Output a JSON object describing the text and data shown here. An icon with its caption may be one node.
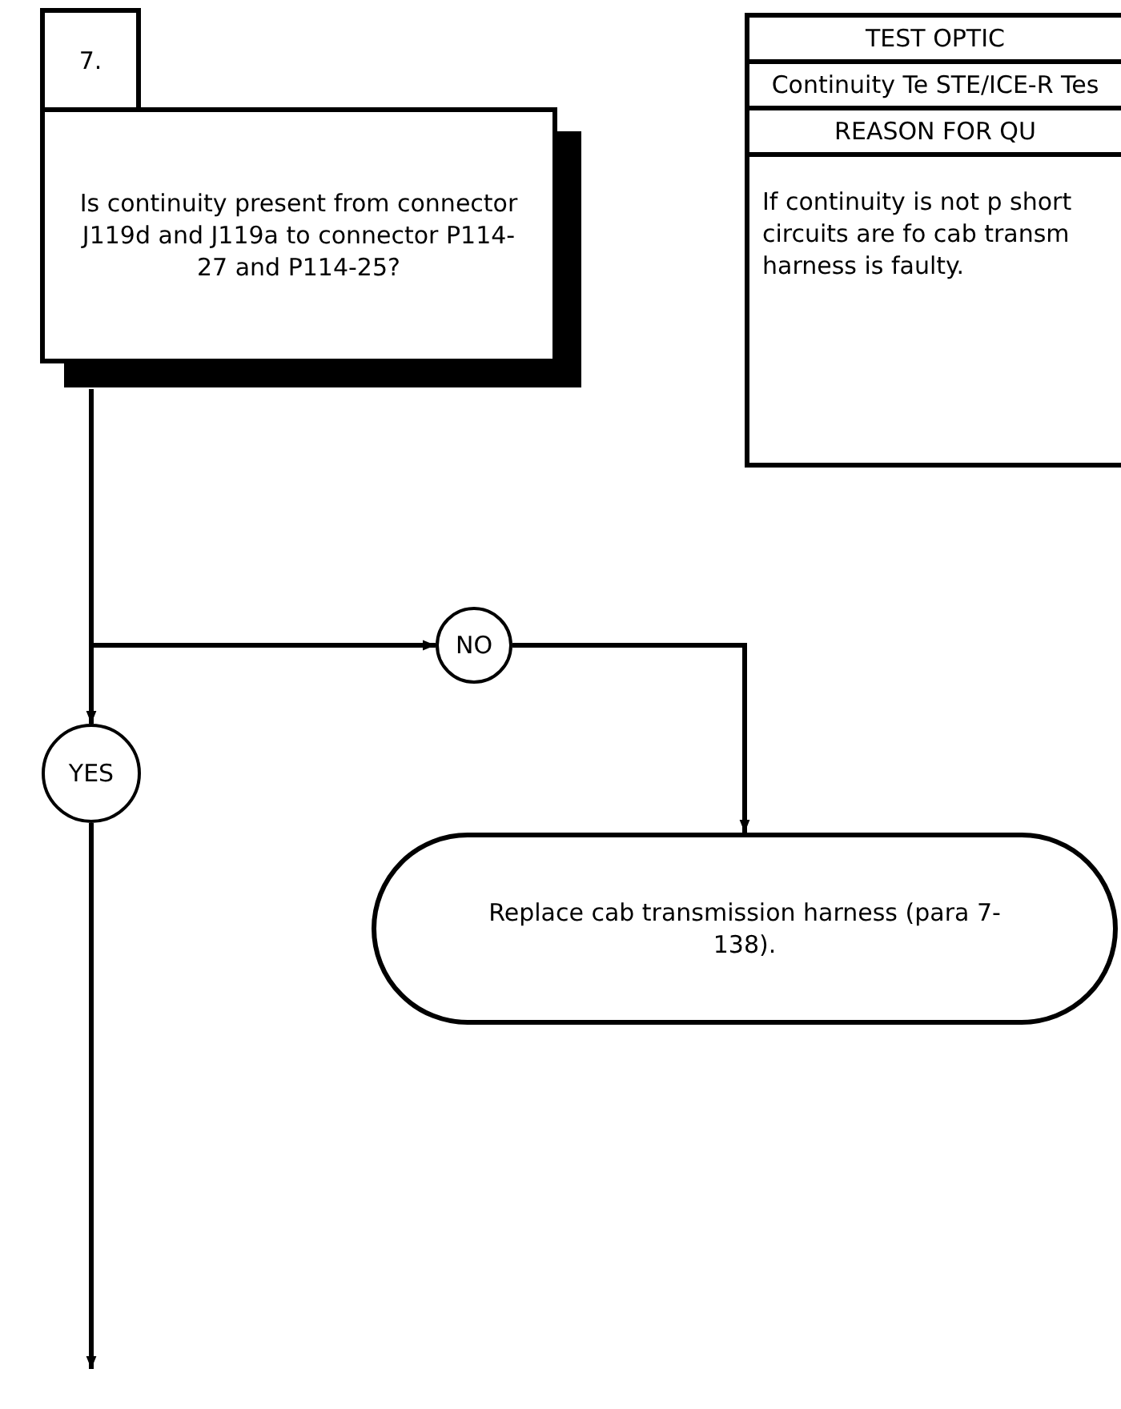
{
  "diagram": {
    "nodes": [
      {
        "text": [
          "7.",
          "Is continuity present from connector J119d and J119a to connector P114-27 and P114-25?"
        ]
      },
      {
        "text": [
          "NO"
        ]
      },
      {
        "text": [
          "Replace cab transmission harness (para 7-138)."
        ]
      },
      {
        "text": [
          "YES"
        ]
      },
      {
        "text": [
          "TEST OPTIC",
          "Continuity Te STE/ICE-R Tes",
          "REASON FOR QU",
          "If continuity is not p short circuits are fo cab transm harness is faulty."
        ]
      }
    ],
    "edges": [
      {
        "from": 0,
        "to": 1,
        "arrow": "to"
      },
      {
        "from": 0,
        "to": 3,
        "arrow": "to"
      },
      {
        "from": 1,
        "to": 2,
        "arrow": "to"
      },
      {
        "from": 3,
        "to": null,
        "arrow": "to"
      }
    ]
  }
}
